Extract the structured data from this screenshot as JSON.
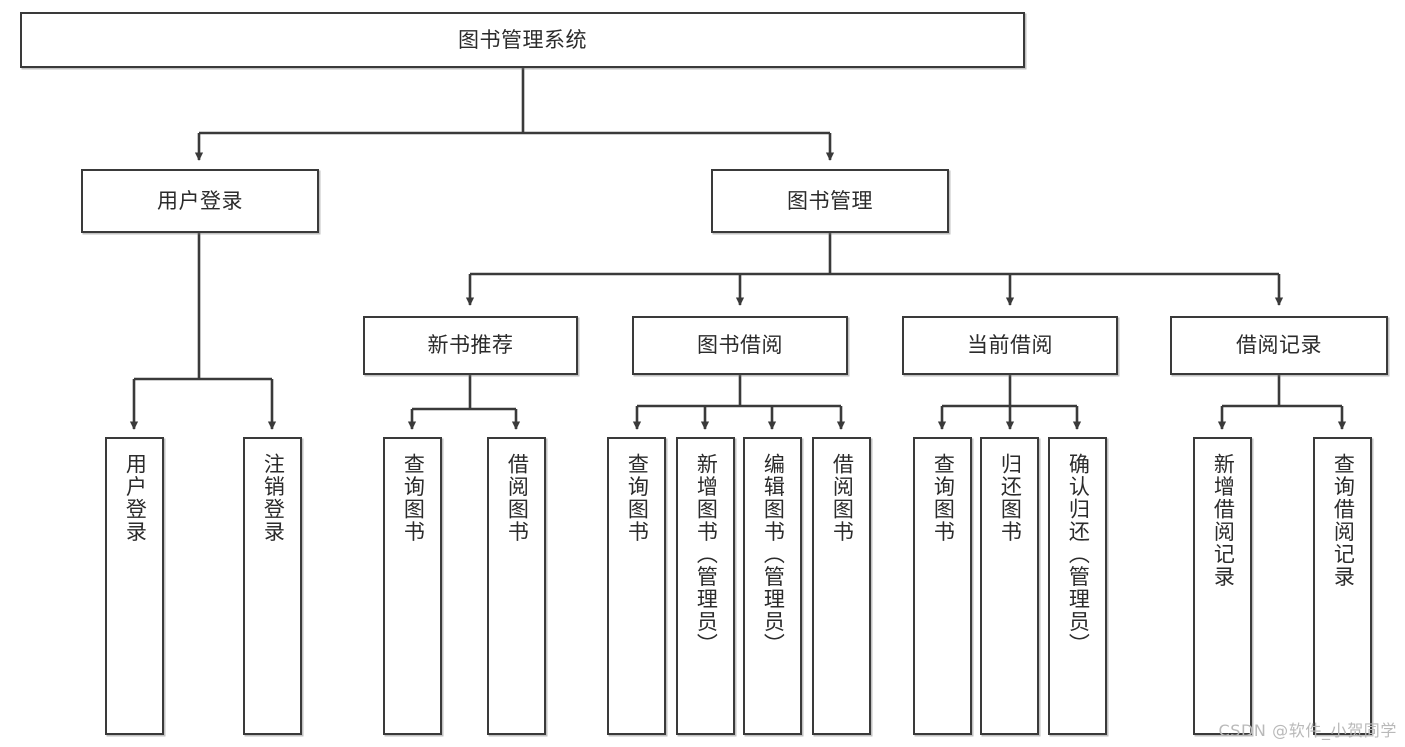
{
  "diagram": {
    "title": "图书管理系统",
    "type": "tree",
    "orientation": "top-down",
    "line_color": "#3a3a3a",
    "box_fill": "#ffffff",
    "text_color": "#2b2b2b",
    "root": {
      "id": "root",
      "label": "图书管理系统"
    },
    "level2": [
      {
        "id": "user-login",
        "label": "用户登录"
      },
      {
        "id": "book-manage",
        "label": "图书管理"
      }
    ],
    "level3": [
      {
        "id": "new-book-recommend",
        "label": "新书推荐",
        "parent": "book-manage"
      },
      {
        "id": "book-borrow",
        "label": "图书借阅",
        "parent": "book-manage"
      },
      {
        "id": "current-borrow",
        "label": "当前借阅",
        "parent": "book-manage"
      },
      {
        "id": "borrow-record",
        "label": "借阅记录",
        "parent": "book-manage"
      }
    ],
    "leaves": [
      {
        "id": "leaf-user-login",
        "label": "用户登录",
        "parent": "user-login"
      },
      {
        "id": "leaf-user-logout",
        "label": "注销登录",
        "parent": "user-login"
      },
      {
        "id": "leaf-query-book-1",
        "label": "查询图书",
        "parent": "new-book-recommend"
      },
      {
        "id": "leaf-borrow-book-1",
        "label": "借阅图书",
        "parent": "new-book-recommend"
      },
      {
        "id": "leaf-query-book-2",
        "label": "查询图书",
        "parent": "book-borrow"
      },
      {
        "id": "leaf-add-book",
        "label": "新增图书（管理员）",
        "parent": "book-borrow"
      },
      {
        "id": "leaf-edit-book",
        "label": "编辑图书（管理员）",
        "parent": "book-borrow"
      },
      {
        "id": "leaf-borrow-book-2",
        "label": "借阅图书",
        "parent": "book-borrow"
      },
      {
        "id": "leaf-query-book-3",
        "label": "查询图书",
        "parent": "current-borrow"
      },
      {
        "id": "leaf-return-book",
        "label": "归还图书",
        "parent": "current-borrow"
      },
      {
        "id": "leaf-confirm-return",
        "label": "确认归还（管理员）",
        "parent": "current-borrow"
      },
      {
        "id": "leaf-add-record",
        "label": "新增借阅记录",
        "parent": "borrow-record"
      },
      {
        "id": "leaf-query-record",
        "label": "查询借阅记录",
        "parent": "borrow-record"
      }
    ]
  },
  "watermark": {
    "text": "CSDN @软件_小贺同学"
  }
}
